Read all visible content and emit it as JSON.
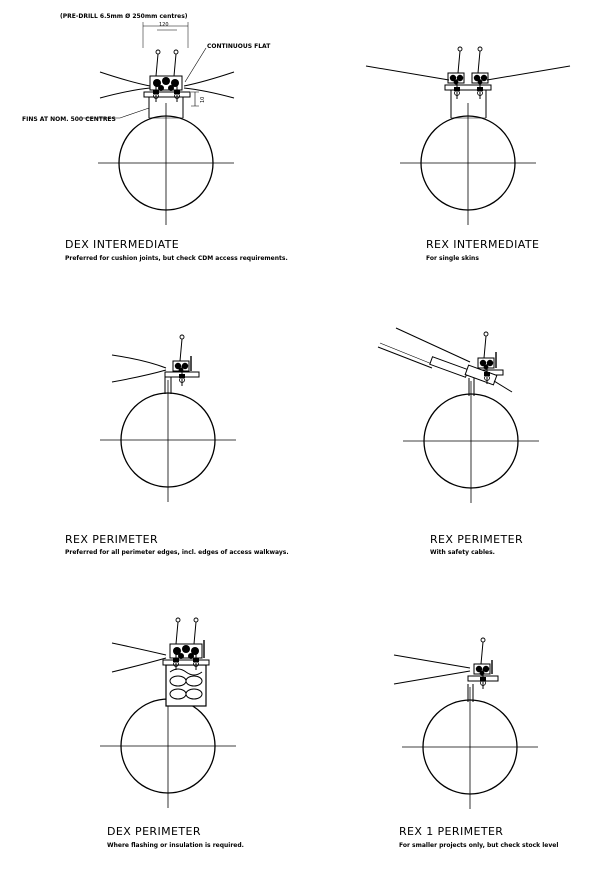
{
  "annotations": {
    "predrill": "(PRE-DRILL 6.5mm Ø 250mm centres)",
    "width_dim": "120",
    "continuous_flat": "CONTINUOUS FLAT",
    "fins": "FINS AT NOM. 500 CENTRES",
    "height_dim": "10"
  },
  "details": [
    {
      "title": "DEX  INTERMEDIATE",
      "note": "Preferred for cushion joints, but check CDM access requirements."
    },
    {
      "title": "REX  INTERMEDIATE",
      "note": "For single skins"
    },
    {
      "title": "REX  PERIMETER",
      "note": "Preferred for all perimeter edges, incl. edges of access walkways."
    },
    {
      "title": "REX  PERIMETER",
      "note": "With safety cables."
    },
    {
      "title": "DEX  PERIMETER",
      "note": "Where flashing or insulation is required."
    },
    {
      "title": "REX  1  PERIMETER",
      "note": "For smaller projects only, but check stock level"
    }
  ]
}
